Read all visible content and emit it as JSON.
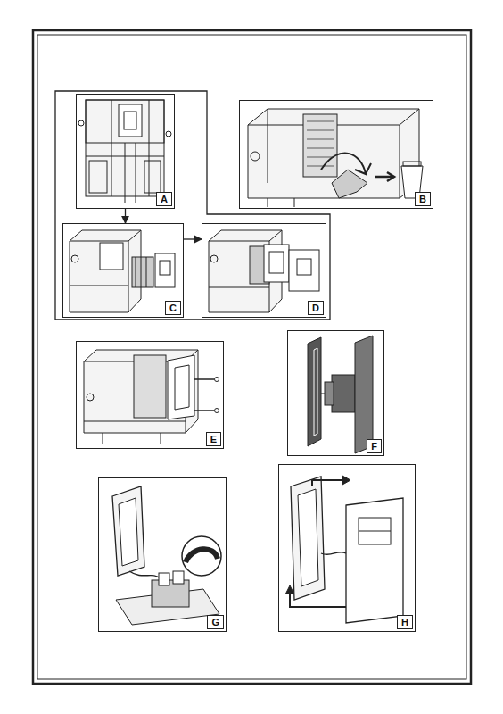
{
  "diagram": {
    "nodes": [
      {
        "text": [
          "A"
        ]
      },
      {
        "text": [
          "B"
        ]
      },
      {
        "text": [
          "C"
        ]
      },
      {
        "text": [
          "D"
        ]
      },
      {
        "text": [
          "E"
        ]
      },
      {
        "text": [
          "F"
        ]
      },
      {
        "text": [
          "G"
        ]
      },
      {
        "text": [
          "H"
        ]
      }
    ],
    "edges": [
      {
        "from": 0,
        "to": 2,
        "arrow": "to"
      },
      {
        "from": 2,
        "to": 3,
        "arrow": "to"
      }
    ]
  }
}
